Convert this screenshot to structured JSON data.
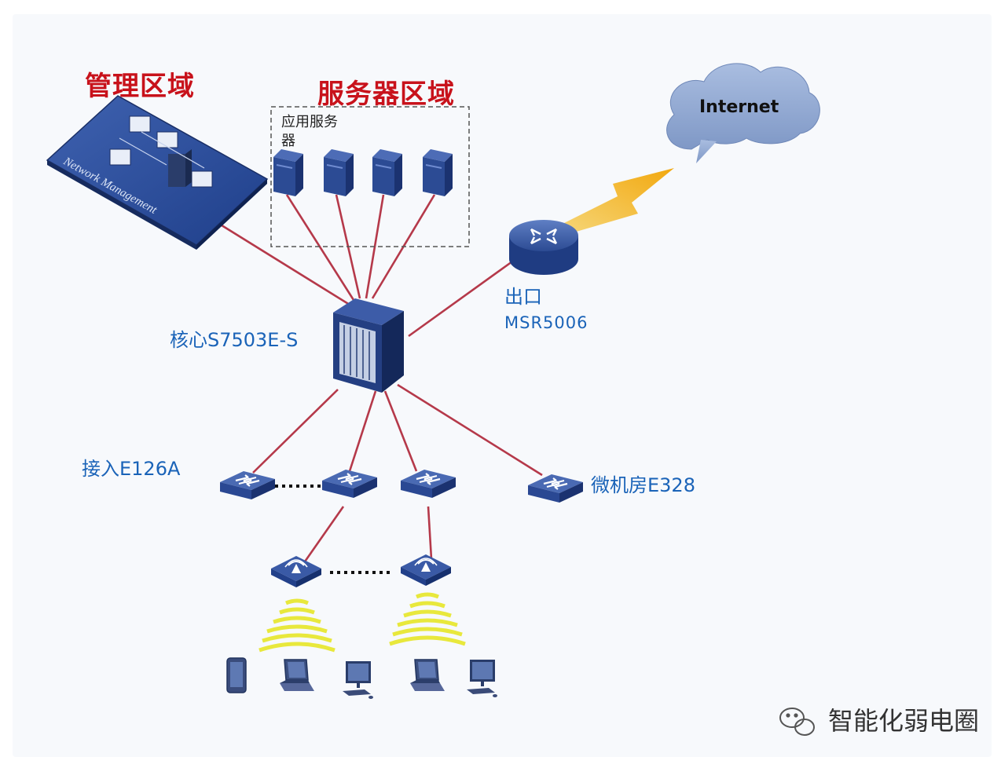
{
  "zones": {
    "management": "管理区域",
    "server": "服务器区域",
    "app_server": "应用服务器"
  },
  "management_board_text": "Network Management",
  "internet": "Internet",
  "devices": {
    "core": "核心S7503E-S",
    "egress_name": "出口",
    "egress_model": "MSR5006",
    "access": "接入E126A",
    "micro_room": "微机房E328"
  },
  "watermark": "智能化弱电圈",
  "icons": [
    "management-platform-icon",
    "server-icon",
    "router-icon",
    "core-switch-icon",
    "access-switch-icon",
    "wireless-ap-icon",
    "wifi-signal-icon",
    "tablet-icon",
    "laptop-icon",
    "desktop-pc-icon",
    "lightning-icon",
    "cloud-icon",
    "wechat-icon"
  ],
  "colors": {
    "zone_title": "#c8121b",
    "device_label": "#1a63b8",
    "link": "#b5394a",
    "device_body": "#2e4f93",
    "cloud": "#8fa7cf",
    "lightning": "#f4b31b",
    "signal": "#e7e83a"
  }
}
